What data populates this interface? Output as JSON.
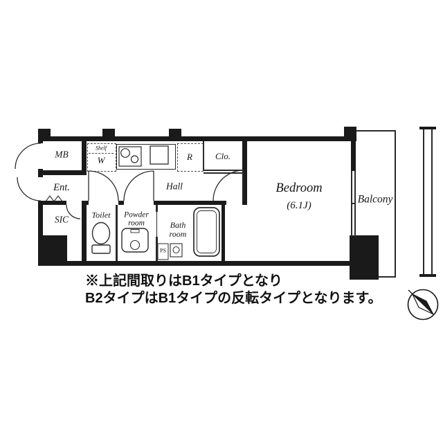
{
  "floorplan": {
    "rooms": {
      "mb": "MB",
      "entrance": "Ent.",
      "sic": "SIC",
      "toilet": "Toilet",
      "powder_line1": "Powder",
      "powder_line2": "room",
      "bath_line1": "Bath",
      "bath_line2": "room",
      "hall": "Hall",
      "closet": "Clo.",
      "refrigerator": "R",
      "shelf": "Shelf",
      "washer": "W",
      "bedroom": "Bedroom",
      "bedroom_size": "(6.1J)",
      "balcony": "Balcony",
      "pipe_space": "PS"
    },
    "icons": {
      "compass": "compass-icon",
      "stove": "stove-icon",
      "sink": "sink-icon",
      "toilet": "toilet-icon",
      "washbasin": "washbasin-icon",
      "bathtub": "bathtub-icon",
      "doors": "door-arc-icon"
    },
    "colors": {
      "wall": "#1a1a1a",
      "line": "#2a2a2a",
      "background": "#ffffff"
    }
  },
  "note": {
    "line1": "※上記間取りはB1タイプとなり",
    "line2": "B2タイプはB1タイプの反転タイプとなります。"
  }
}
